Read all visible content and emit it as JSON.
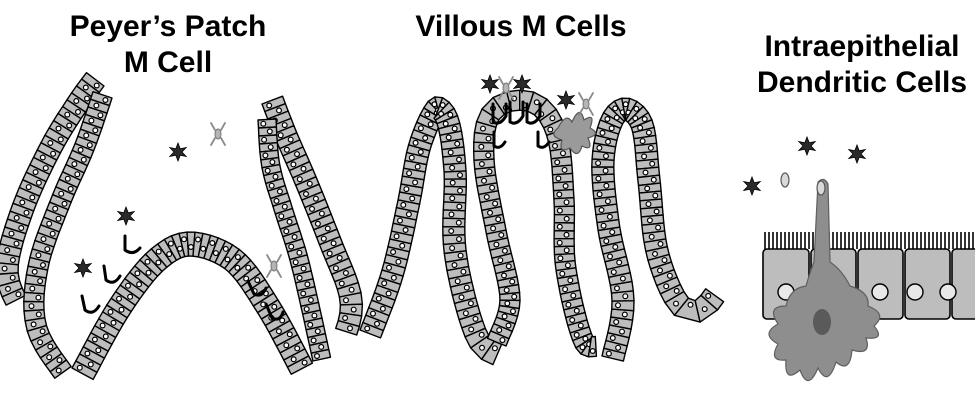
{
  "panels": [
    {
      "title_lines": [
        "Peyer’s Patch",
        "M Cell"
      ]
    },
    {
      "title_lines": [
        "Villous M Cells"
      ]
    },
    {
      "title_lines": [
        "Intraepithelial",
        "Dendritic Cells"
      ]
    }
  ],
  "icons": {
    "antigen": "dark-spiky-star",
    "virus": "grey-x-virion",
    "dendritic_cell": "grey-dendritic-cell"
  },
  "colors": {
    "epithelium": "#bdbdbd",
    "outline": "#000000",
    "dendritic_cell": "#8e8e8e",
    "background": "#ffffff"
  }
}
